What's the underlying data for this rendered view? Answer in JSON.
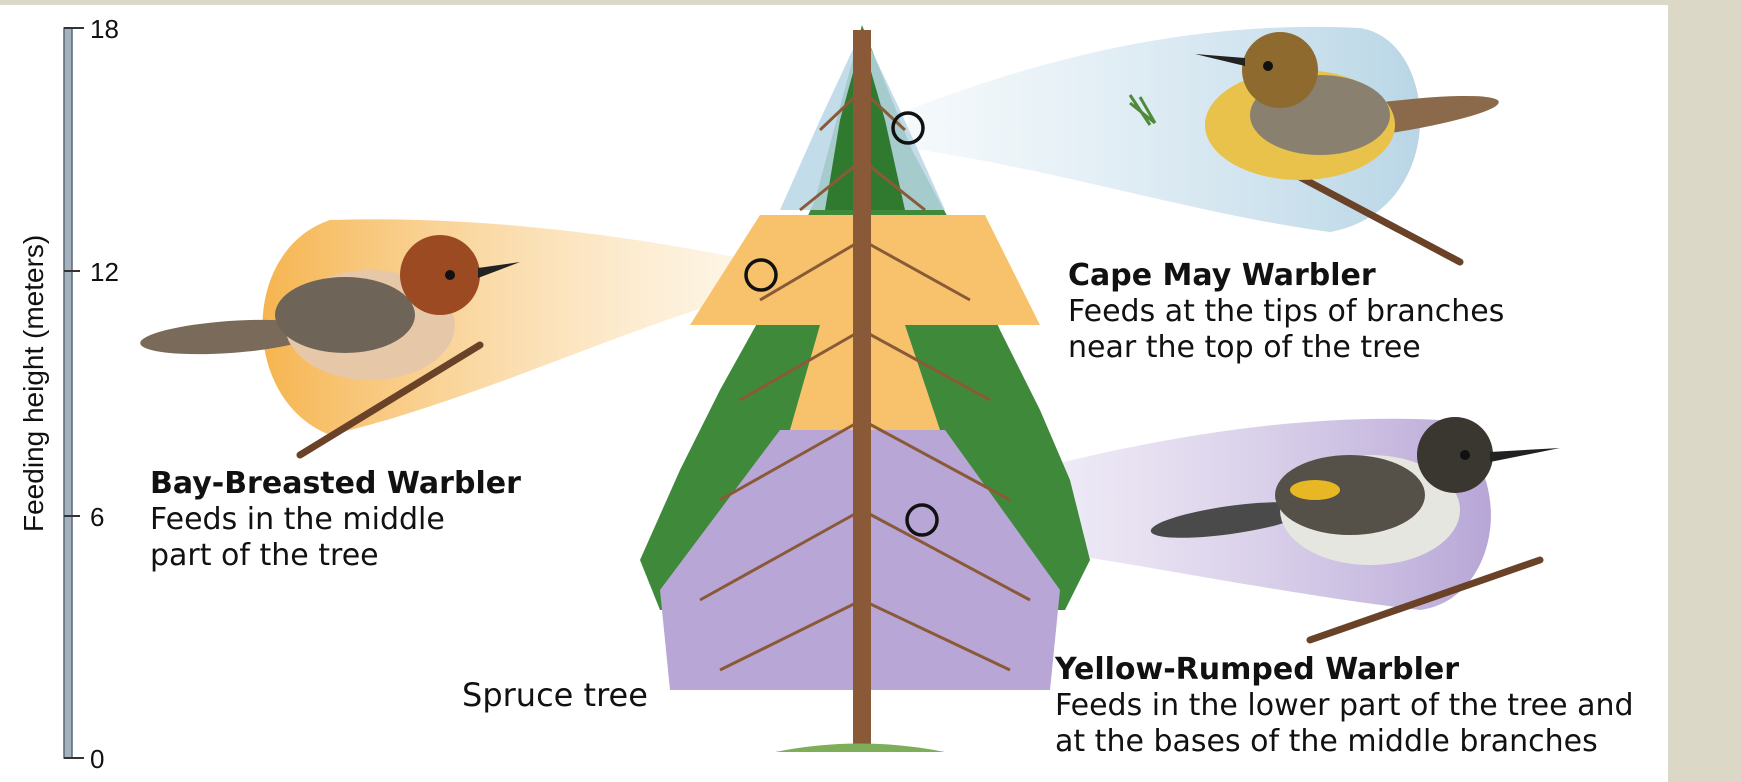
{
  "axis": {
    "title": "Feeding height (meters)",
    "ticks": [
      "18",
      "12",
      "6",
      "0"
    ]
  },
  "tree": {
    "label": "Spruce tree"
  },
  "birds": [
    {
      "name": "Cape May Warbler",
      "lines": [
        "Feeds at the tips of branches",
        "near the top of the tree"
      ],
      "zone_color": "#b9d6e6"
    },
    {
      "name": "Bay-Breasted Warbler",
      "lines": [
        "Feeds in the middle",
        "part of the tree"
      ],
      "zone_color": "#f7c26b"
    },
    {
      "name": "Yellow-Rumped Warbler",
      "lines": [
        "Feeds in the lower part of the tree and",
        "at the bases of the middle branches"
      ],
      "zone_color": "#b7a6d6"
    }
  ],
  "colors": {
    "background": "#dcd8c8",
    "foliage": "#3f8a3a",
    "trunk": "#8a5a38"
  }
}
